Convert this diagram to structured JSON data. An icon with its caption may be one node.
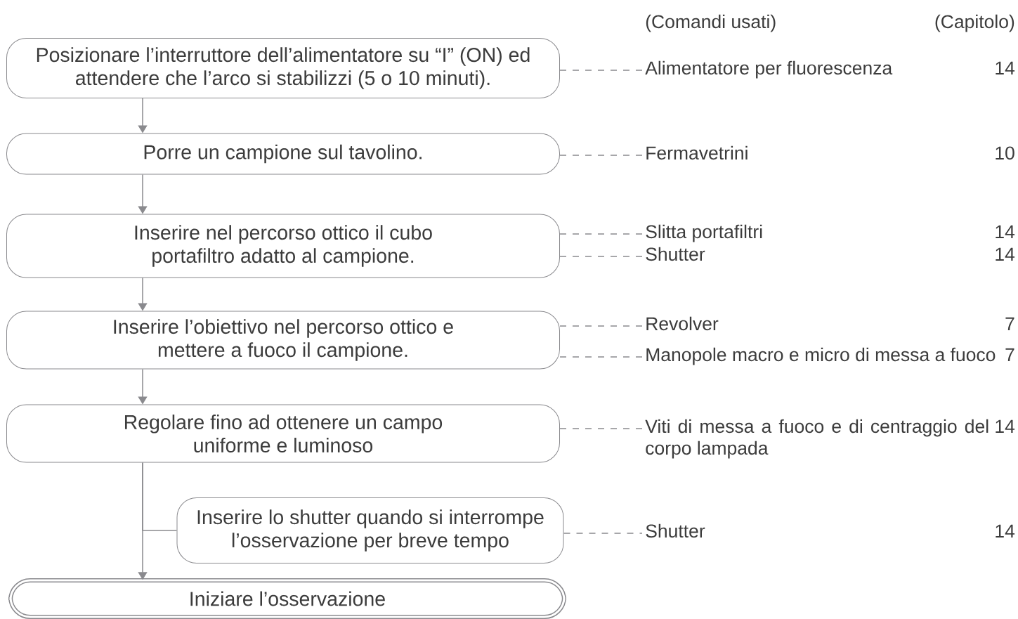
{
  "diagram": {
    "nodes": [
      {
        "text": [
          "Posizionare l’interruttore dell’alimentatore su “I” (ON) ed attendere che l’arco si stabilizzi (5 o 10 minuti)."
        ]
      },
      {
        "text": [
          "Porre un campione sul tavolino."
        ]
      },
      {
        "text": [
          "Inserire nel percorso ottico il cubo portafiltro adatto al campione."
        ]
      },
      {
        "text": [
          "Inserire l’obiettivo nel percorso ottico e mettere a fuoco il campione."
        ]
      },
      {
        "text": [
          "Regolare fino ad ottenere un campo uniforme e luminoso"
        ]
      },
      {
        "text": [
          "Inserire lo shutter quando si interrompe l’osservazione per breve tempo"
        ]
      },
      {
        "text": [
          "Iniziare l’osservazione"
        ]
      },
      {
        "text": [
          "Alimentatore per fluorescenza"
        ]
      },
      {
        "text": [
          "Fermavetrini"
        ]
      },
      {
        "text": [
          "Slitta portafiltri"
        ]
      },
      {
        "text": [
          "Shutter"
        ]
      },
      {
        "text": [
          "Revolver"
        ]
      },
      {
        "text": [
          "Manopole macro e micro di messa a fuoco"
        ]
      },
      {
        "text": [
          "Viti di messa a fuoco e di centraggio del corpo lampada"
        ]
      },
      {
        "text": [
          "Shutter"
        ]
      }
    ],
    "edges": [
      {
        "from": 0,
        "to": 1,
        "arrow": "to"
      },
      {
        "from": 1,
        "to": 2,
        "arrow": "to"
      },
      {
        "from": 2,
        "to": 3,
        "arrow": "to"
      },
      {
        "from": 3,
        "to": 4,
        "arrow": "to"
      },
      {
        "from": 4,
        "to": 6,
        "arrow": "to"
      },
      {
        "from": 4,
        "to": 5,
        "arrow": "none"
      },
      {
        "from": 0,
        "to": 7,
        "arrow": "none",
        "style": "dashed"
      },
      {
        "from": 1,
        "to": 8,
        "arrow": "none",
        "style": "dashed"
      },
      {
        "from": 2,
        "to": 9,
        "arrow": "none",
        "style": "dashed"
      },
      {
        "from": 2,
        "to": 10,
        "arrow": "none",
        "style": "dashed"
      },
      {
        "from": 3,
        "to": 11,
        "arrow": "none",
        "style": "dashed"
      },
      {
        "from": 3,
        "to": 12,
        "arrow": "none",
        "style": "dashed"
      },
      {
        "from": 4,
        "to": 13,
        "arrow": "none",
        "style": "dashed"
      },
      {
        "from": 5,
        "to": 14,
        "arrow": "none",
        "style": "dashed"
      }
    ],
    "labels": [
      "(Comandi usati)",
      "(Capitolo)",
      "14",
      "10",
      "14",
      "14",
      "7",
      "7",
      "14",
      "14"
    ]
  }
}
